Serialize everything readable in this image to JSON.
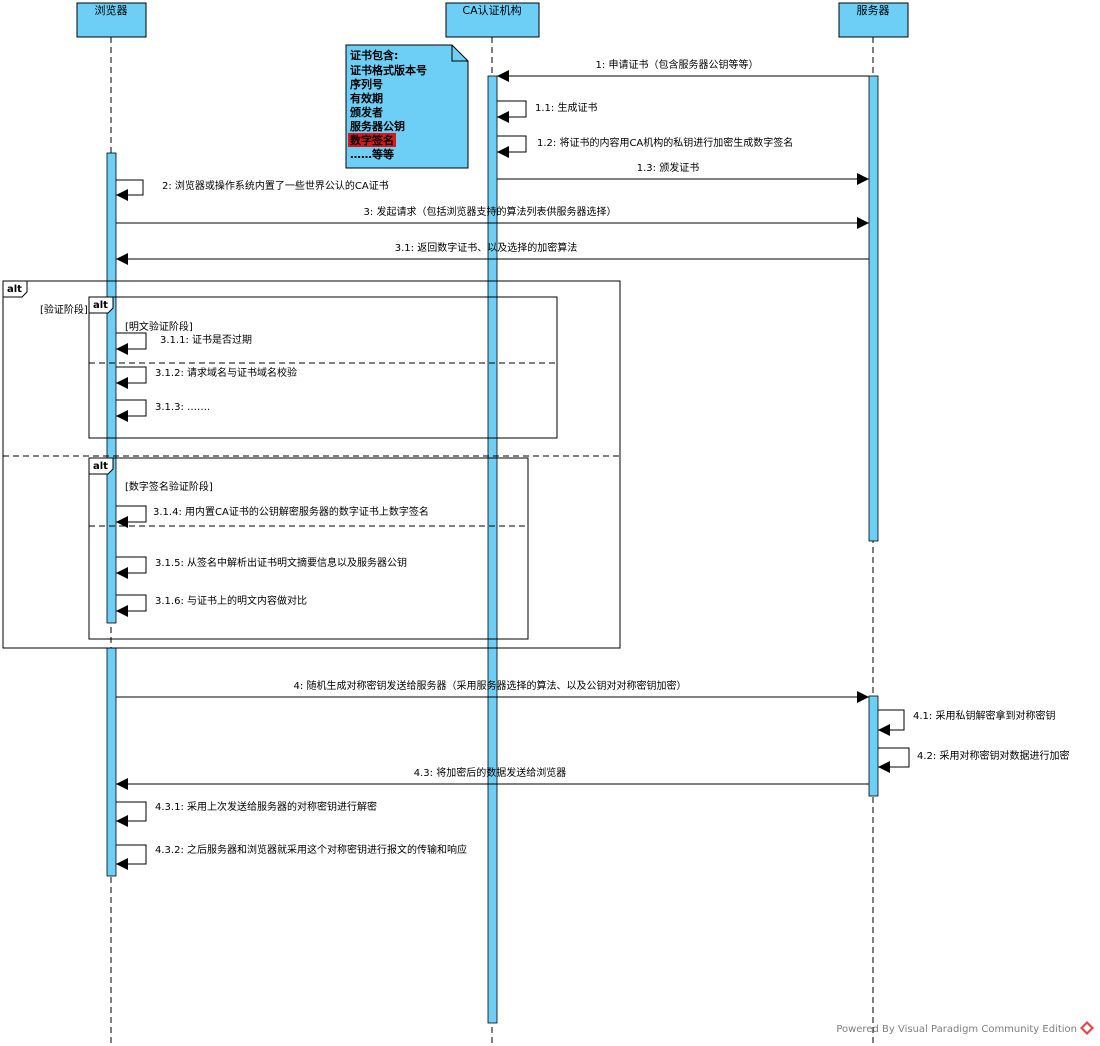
{
  "colors": {
    "participant_fill": "#6ecff6",
    "activation_fill": "#6ecff6",
    "line": "#000000",
    "highlight": "#d7191c",
    "footer": "#808080",
    "brand": "#e2454a"
  },
  "participants": [
    {
      "id": "browser",
      "label": "浏览器"
    },
    {
      "id": "ca",
      "label": "CA认证机构"
    },
    {
      "id": "server",
      "label": "服务器"
    }
  ],
  "note": {
    "lines": [
      {
        "text": "证书包含:"
      },
      {
        "text": "证书格式版本号"
      },
      {
        "text": "序列号"
      },
      {
        "text": "有效期"
      },
      {
        "text": "颁发者"
      },
      {
        "text": "服务器公钥"
      },
      {
        "text": "数字签名",
        "highlight": true
      },
      {
        "text": "……等等"
      }
    ]
  },
  "messages": {
    "m1": "1: 申请证书（包含服务器公钥等等）",
    "m1_1": "1.1: 生成证书",
    "m1_2": "1.2: 将证书的内容用CA机构的私钥进行加密生成数字签名",
    "m1_3": "1.3: 颁发证书",
    "m2": "2: 浏览器或操作系统内置了一些世界公认的CA证书",
    "m3": "3: 发起请求（包括浏览器支持的算法列表供服务器选择）",
    "m3_1": "3.1: 返回数字证书、以及选择的加密算法",
    "m3_1_1": "3.1.1: 证书是否过期",
    "m3_1_2": "3.1.2: 请求域名与证书域名校验",
    "m3_1_3": "3.1.3: …….",
    "m3_1_4": "3.1.4: 用内置CA证书的公钥解密服务器的数字证书上数字签名",
    "m3_1_5": "3.1.5: 从签名中解析出证书明文摘要信息以及服务器公钥",
    "m3_1_6": "3.1.6: 与证书上的明文内容做对比",
    "m4": "4: 随机生成对称密钥发送给服务器（采用服务器选择的算法、以及公钥对对称密钥加密）",
    "m4_1": "4.1: 采用私钥解密拿到对称密钥",
    "m4_2": "4.2: 采用对称密钥对数据进行加密",
    "m4_3": "4.3: 将加密后的数据发送给浏览器",
    "m4_3_1": "4.3.1: 采用上次发送给服务器的对称密钥进行解密",
    "m4_3_2": "4.3.2: 之后服务器和浏览器就采用这个对称密钥进行报文的传输和响应"
  },
  "frames": {
    "outer_tag": "alt",
    "outer_guard": "[验证阶段]",
    "inner1_tag": "alt",
    "inner1_guard": "[明文验证阶段]",
    "inner2_tag": "alt",
    "inner2_guard": "[数字签名验证阶段]"
  },
  "footer": {
    "text": "Powered By Visual Paradigm Community Edition",
    "logo_icon": "visual-paradigm-logo-icon"
  }
}
